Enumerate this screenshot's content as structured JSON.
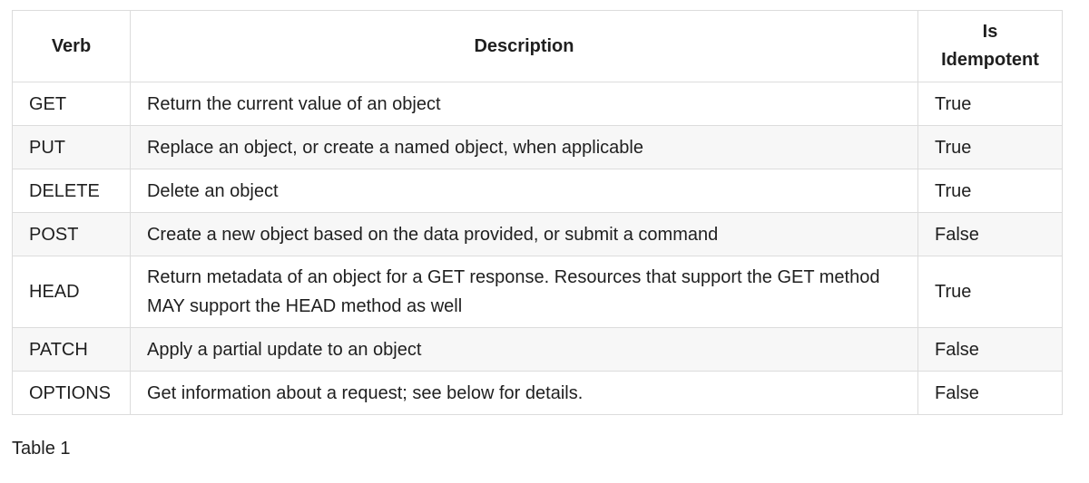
{
  "table": {
    "headers": [
      "Verb",
      "Description",
      "Is Idempotent"
    ],
    "header_lines": {
      "idempotent_line1": "Is",
      "idempotent_line2": "Idempotent"
    },
    "rows": [
      {
        "verb": "GET",
        "description": "Return the current value of an object",
        "idempotent": "True"
      },
      {
        "verb": "PUT",
        "description": "Replace an object, or create a named object, when applicable",
        "idempotent": "True"
      },
      {
        "verb": "DELETE",
        "description": "Delete an object",
        "idempotent": "True"
      },
      {
        "verb": "POST",
        "description": "Create a new object based on the data provided, or submit a command",
        "idempotent": "False"
      },
      {
        "verb": "HEAD",
        "description": "Return metadata of an object for a GET response. Resources that support the GET method MAY support the HEAD method as well",
        "idempotent": "True"
      },
      {
        "verb": "PATCH",
        "description": "Apply a partial update to an object",
        "idempotent": "False"
      },
      {
        "verb": "OPTIONS",
        "description": "Get information about a request; see below for details.",
        "idempotent": "False"
      }
    ]
  },
  "caption": "Table 1"
}
